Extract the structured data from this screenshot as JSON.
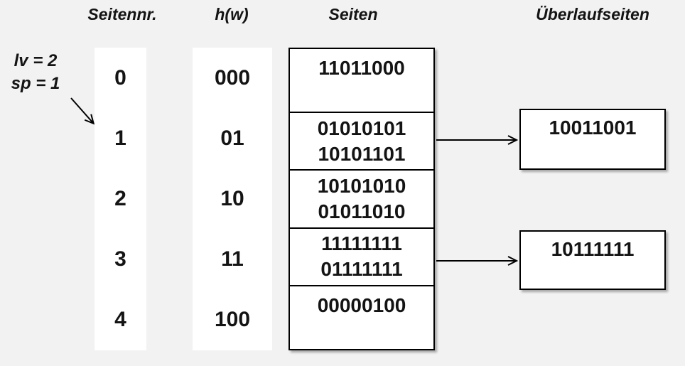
{
  "headers": {
    "page_no": "Seitennr.",
    "hash_fn": "h(w)",
    "pages": "Seiten",
    "overflow_pages": "Überlaufseiten"
  },
  "annotation": {
    "line1": "lv = 2",
    "line2": "sp = 1"
  },
  "table": {
    "rows": [
      {
        "page_no": "0",
        "hash": "000",
        "entries": [
          "11011000"
        ]
      },
      {
        "page_no": "1",
        "hash": "01",
        "entries": [
          "01010101",
          "10101101"
        ]
      },
      {
        "page_no": "2",
        "hash": "10",
        "entries": [
          "10101010",
          "01011010"
        ]
      },
      {
        "page_no": "3",
        "hash": "11",
        "entries": [
          "11111111",
          "01111111"
        ]
      },
      {
        "page_no": "4",
        "hash": "100",
        "entries": [
          "00000100"
        ]
      }
    ]
  },
  "overflow": [
    {
      "value": "10011001",
      "linked_page_no": "1"
    },
    {
      "value": "10111111",
      "linked_page_no": "3"
    }
  ],
  "colors": {
    "background": "#f2f2f2",
    "box_fill": "#ffffff",
    "line": "#000000",
    "text": "#141414"
  }
}
